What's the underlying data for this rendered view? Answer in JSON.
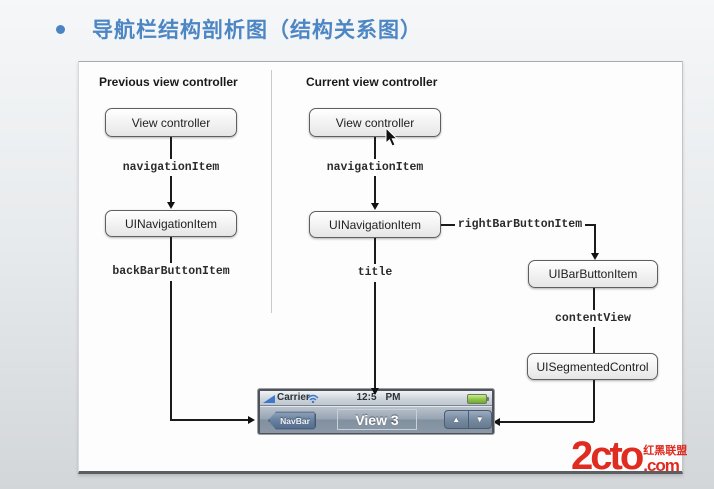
{
  "slide": {
    "title": "导航栏结构剖析图（结构关系图）"
  },
  "colors": {
    "accent_blue": "#4d86c4",
    "logo_red": "#df2b20",
    "battery_green": "#8dc544"
  },
  "icons": {
    "bullet": "round-blue-bullet",
    "signal": "signal-strength-wedge",
    "wifi": "wifi-fan",
    "battery": "battery-full-green",
    "cursor": "arrow-pointer"
  },
  "diagram": {
    "left_column": {
      "header": "Previous view controller",
      "view_controller_box": "View controller",
      "navigation_item_label": "navigationItem",
      "navigation_item_box": "UINavigationItem",
      "back_bar_button_item_label": "backBarButtonItem"
    },
    "right_column": {
      "header": "Current view controller",
      "view_controller_box": "View controller",
      "navigation_item_label": "navigationItem",
      "navigation_item_box": "UINavigationItem",
      "title_label": "title",
      "right_bar_button_item_label": "rightBarButtonItem",
      "bar_button_item_box": "UIBarButtonItem",
      "content_view_label": "contentView",
      "segmented_control_box": "UISegmentedControl"
    }
  },
  "phone_mockup": {
    "status_bar": {
      "carrier": "Carrier",
      "time_prefix": "12:5",
      "time_suffix": "PM"
    },
    "nav_bar": {
      "back_button": "NavBar",
      "title": "View 3",
      "segment_up": "▲",
      "segment_down": "▼"
    }
  },
  "watermark": {
    "brand": "2cto",
    "domain": ".com",
    "community": "红黑联盟"
  }
}
